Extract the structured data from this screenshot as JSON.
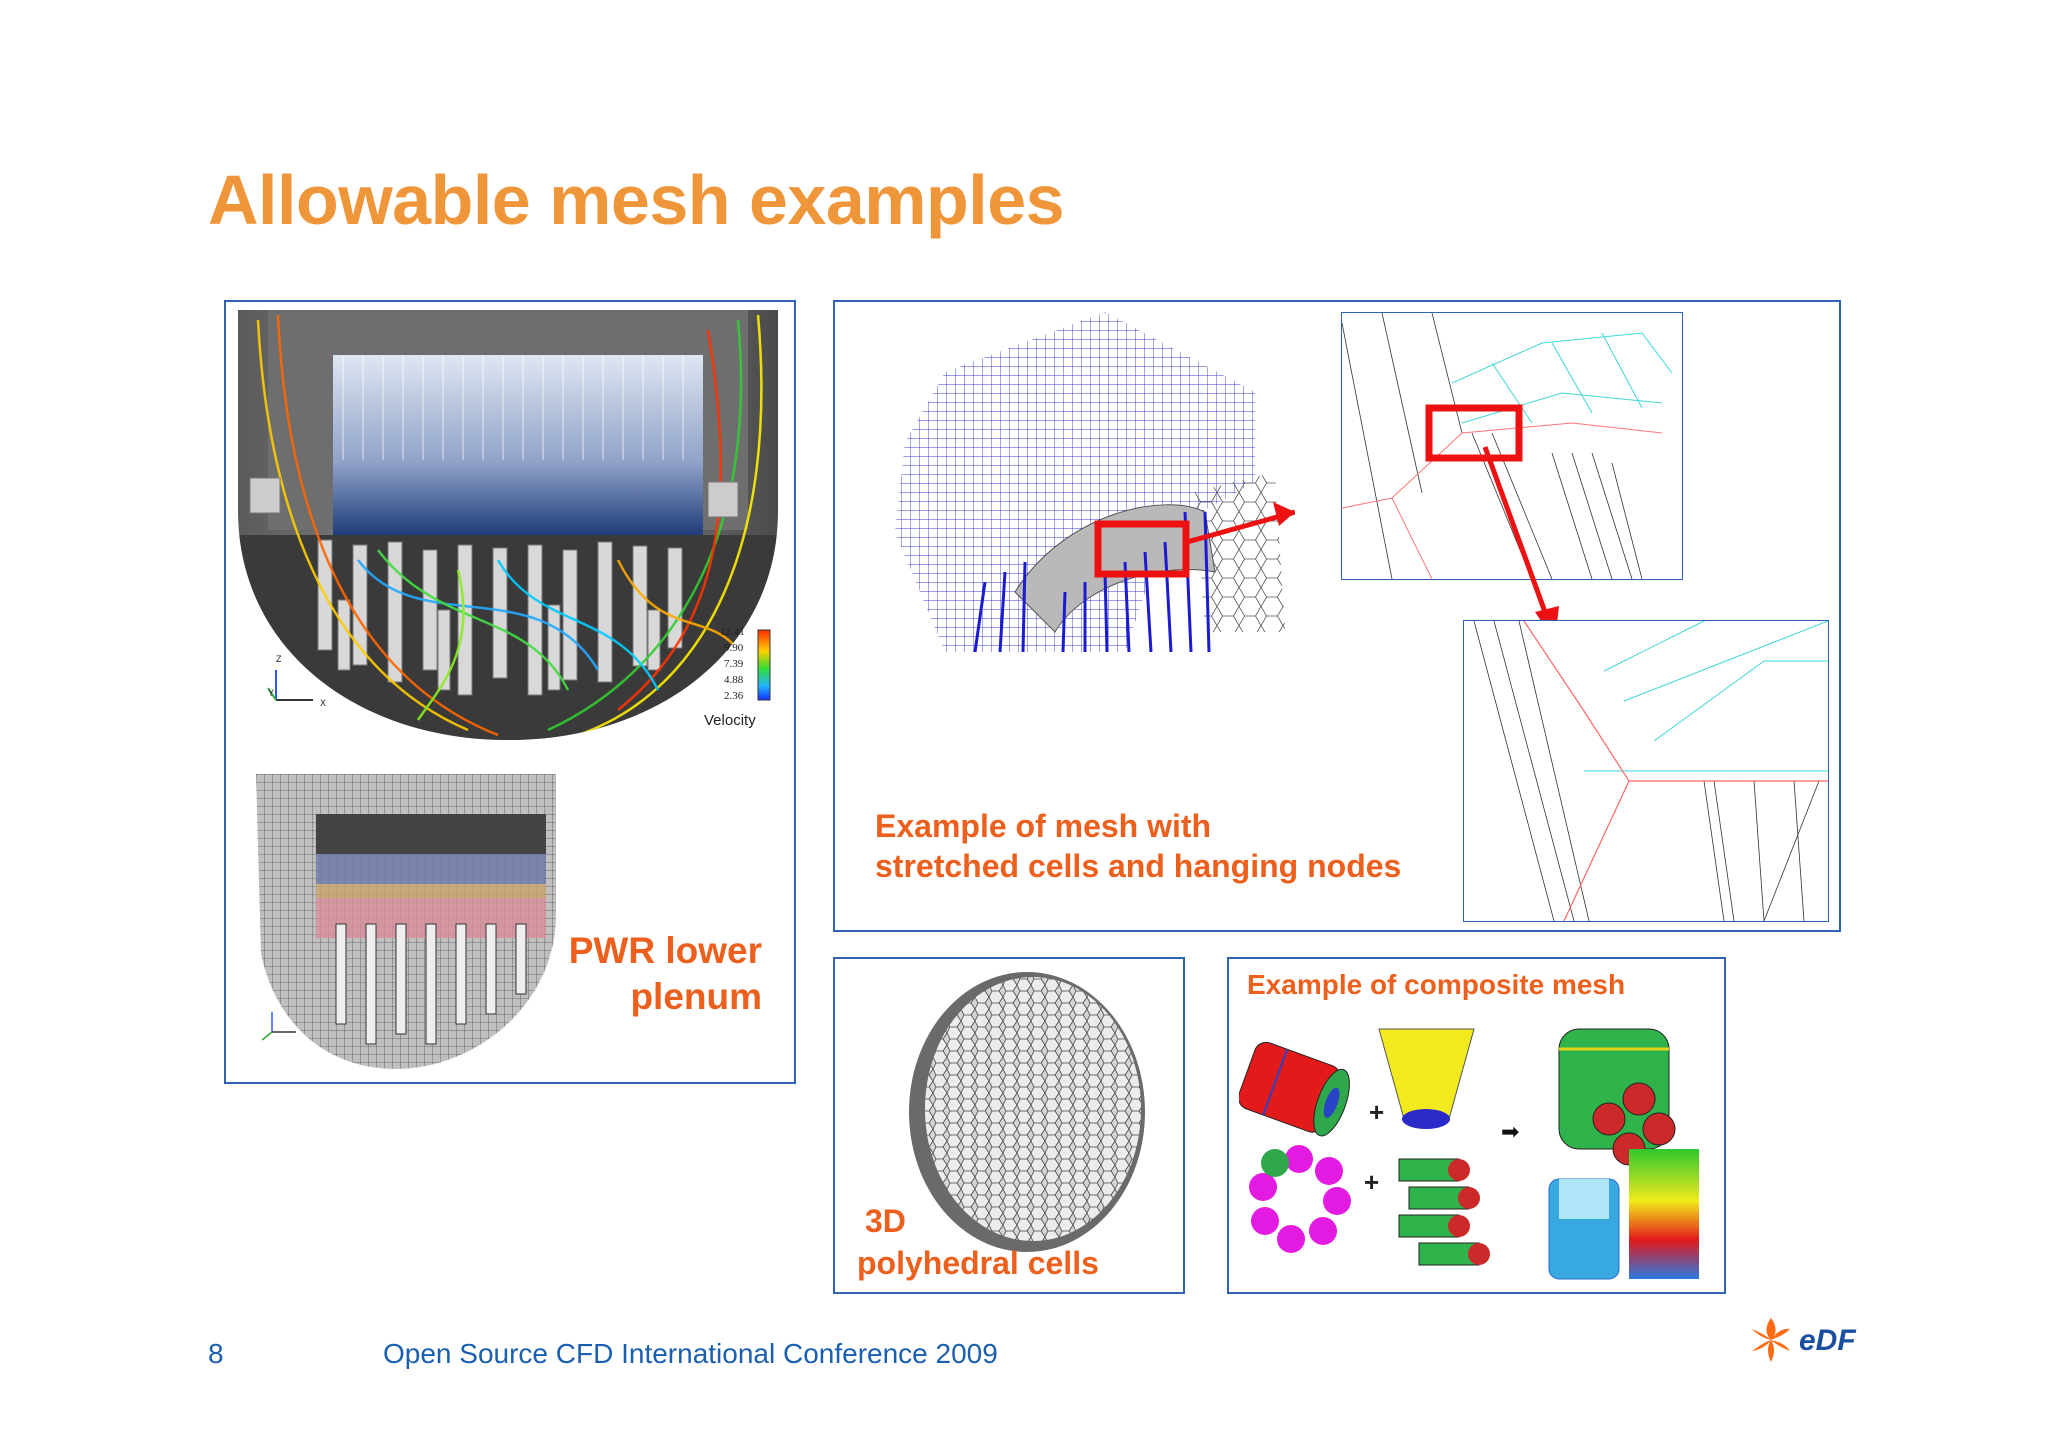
{
  "slide": {
    "title": "Allowable mesh examples",
    "page_number": "8",
    "footer": "Open Source CFD International Conference 2009",
    "logo_text": "eDF"
  },
  "panel_plenum": {
    "label_line1": "PWR lower",
    "label_line2": "plenum",
    "legend_title": "Velocity",
    "legend_values": [
      "12.41",
      "9.90",
      "7.39",
      "4.88",
      "2.36"
    ],
    "axis_labels": [
      "Z",
      "Y",
      "X"
    ]
  },
  "panel_stretched": {
    "caption_line1": "Example of mesh with",
    "caption_line2": "stretched cells and hanging nodes"
  },
  "panel_polyhedral": {
    "label_line1": "3D",
    "label_line2": "polyhedral cells"
  },
  "panel_composite": {
    "title": "Example of composite mesh",
    "plus": "+",
    "arrow": "➡"
  },
  "colors": {
    "title": "#f0963a",
    "label": "#ec5f1d",
    "border": "#2f63b3",
    "footer": "#1b5fb0"
  }
}
